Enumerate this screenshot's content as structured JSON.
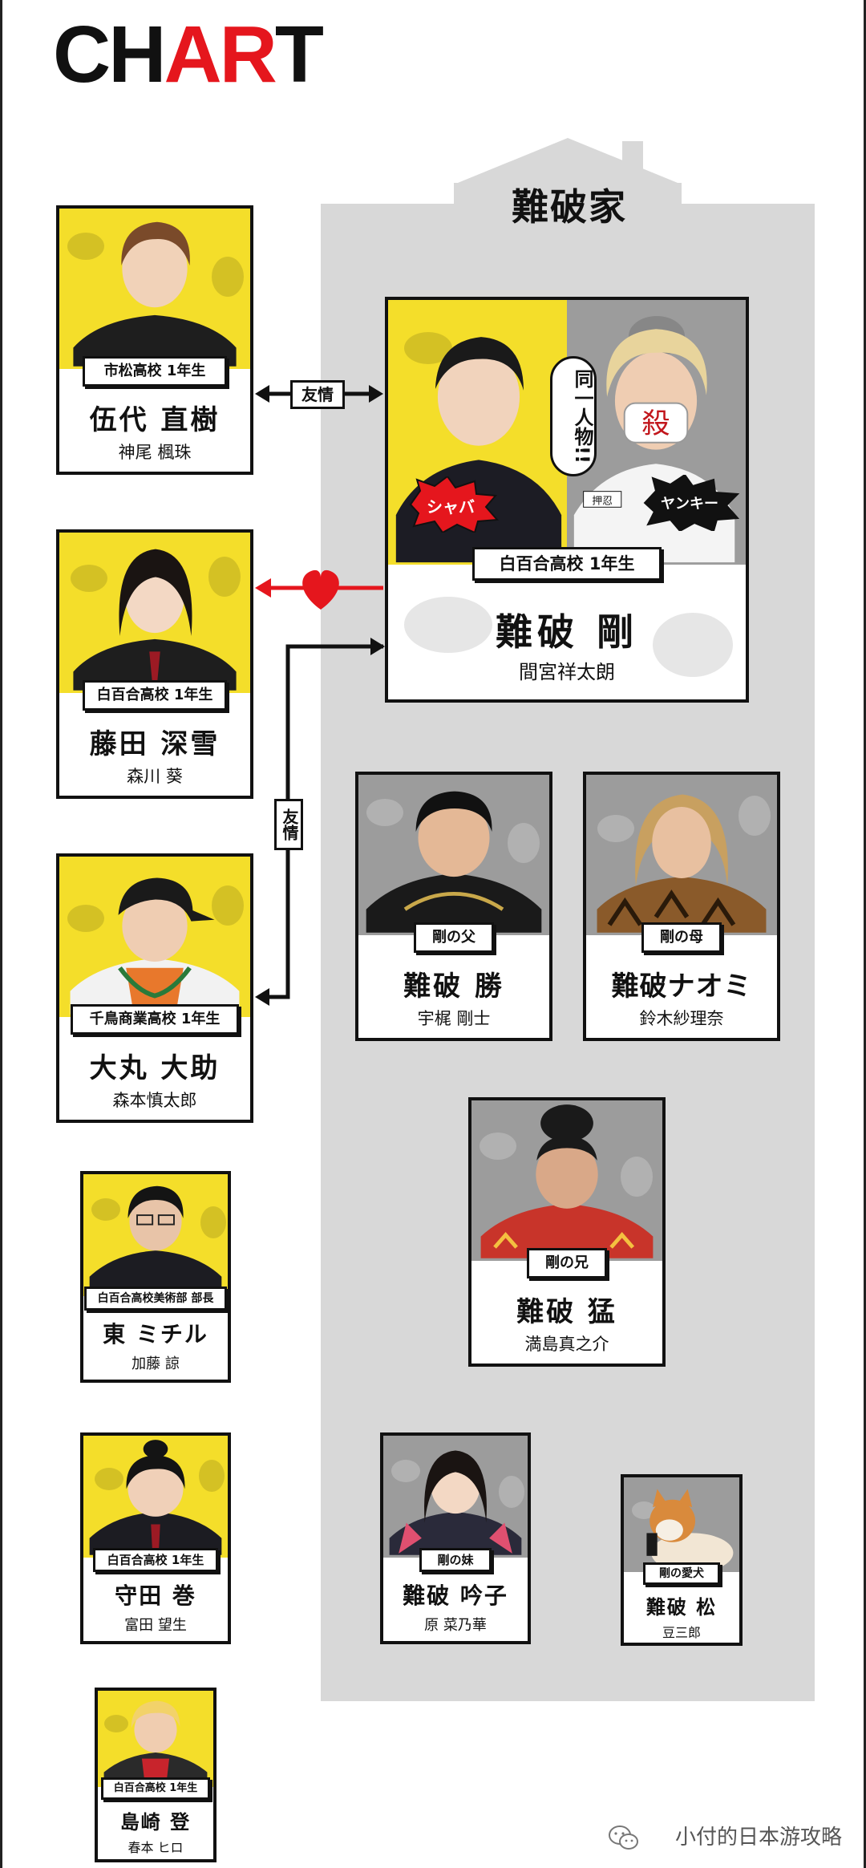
{
  "header": {
    "title_black": "CH",
    "title_red": "AR",
    "title_black2": "T"
  },
  "family": {
    "label": "難破家"
  },
  "relations": {
    "friendship_horizontal": "友情",
    "friendship_vertical": "友情",
    "same_person": "同一人物!!"
  },
  "main_character": {
    "left_tag": "シャバ",
    "right_tag": "ヤンキー",
    "mask_char": "殺",
    "patch": "押忍",
    "role": "白百合高校 1年生",
    "name": "難破 剛",
    "actor": "間宮祥太朗"
  },
  "left_column": [
    {
      "role": "市松高校 1年生",
      "name": "伍代 直樹",
      "actor": "神尾 楓珠"
    },
    {
      "role": "白百合高校 1年生",
      "name": "藤田 深雪",
      "actor": "森川 葵"
    },
    {
      "role": "千鳥商業高校 1年生",
      "name": "大丸 大助",
      "actor": "森本慎太郎"
    },
    {
      "role": "白百合高校美術部 部長",
      "name": "東 ミチル",
      "actor": "加藤 諒"
    },
    {
      "role": "白百合高校 1年生",
      "name": "守田 巻",
      "actor": "富田 望生"
    },
    {
      "role": "白百合高校 1年生",
      "name": "島崎 登",
      "actor": "春本 ヒロ"
    }
  ],
  "family_members": [
    {
      "role": "剛の父",
      "name": "難破 勝",
      "actor": "宇梶 剛士"
    },
    {
      "role": "剛の母",
      "name": "難破ナオミ",
      "actor": "鈴木紗理奈"
    },
    {
      "role": "剛の兄",
      "name": "難破 猛",
      "actor": "満島真之介"
    },
    {
      "role": "剛の妹",
      "name": "難破 吟子",
      "actor": "原 菜乃華"
    },
    {
      "role": "剛の愛犬",
      "name": "難破 松",
      "actor": "豆三郎"
    }
  ],
  "watermark": {
    "text": "小付的日本游攻略",
    "icon": "wechat-icon"
  },
  "colors": {
    "accent_red": "#e5161d",
    "card_yellow": "#f4de2a",
    "house_gray": "#d8d8d8"
  }
}
